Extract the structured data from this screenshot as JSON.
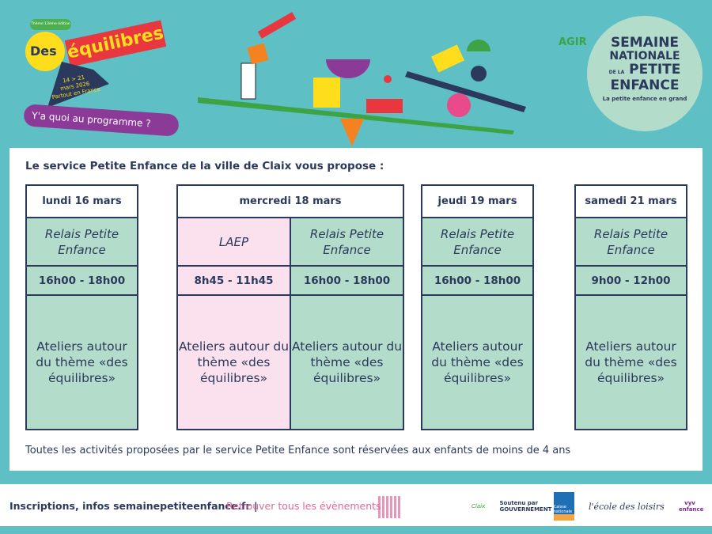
{
  "header": {
    "edition": "Thème 13ème édition",
    "title_part1": "Des",
    "title_part2": "équilibres",
    "dates": "14 > 21",
    "dates2": "mars 2026",
    "location": "Partout en France",
    "tagline": "Y'a quoi au programme ?",
    "badge_line1": "SEMAINE",
    "badge_line2": "NATIONALE",
    "badge_line3": "DE LA",
    "badge_line4": "PETITE",
    "badge_line5": "ENFANCE",
    "badge_sub": "La petite enfance en grand",
    "agir_logo": "AGIR"
  },
  "intro": "Le service Petite Enfance de la ville de Claix vous propose :",
  "days": [
    {
      "day": "lundi 16 mars",
      "sessions": [
        {
          "title": "Relais Petite Enfance",
          "hours": "16h00 - 18h00",
          "desc": "Ateliers autour du thème «des équilibres»"
        }
      ]
    },
    {
      "day": "mercredi 18 mars",
      "sessions": [
        {
          "title": "LAEP",
          "hours": "8h45 - 11h45",
          "desc": "Ateliers autour du thème «des équilibres»"
        },
        {
          "title": "Relais Petite Enfance",
          "hours": "16h00 - 18h00",
          "desc": "Ateliers autour du thème «des équilibres»"
        }
      ]
    },
    {
      "day": "jeudi 19 mars",
      "sessions": [
        {
          "title": "Relais Petite Enfance",
          "hours": "16h00 - 18h00",
          "desc": "Ateliers autour du thème «des équilibres»"
        }
      ]
    },
    {
      "day": "samedi 21 mars",
      "sessions": [
        {
          "title": "Relais Petite Enfance",
          "hours": "9h00 - 12h00",
          "desc": "Ateliers autour du thème «des équilibres»"
        }
      ]
    }
  ],
  "note": "Toutes les activités proposées par le service Petite Enfance sont réservées aux enfants de moins de 4 ans",
  "footer": {
    "info": "Inscriptions, infos semainepetiteenfance.fr  |",
    "link": "Retrouver tous les évènements",
    "logos": [
      "Claix",
      "Soutenu par GOUVERNEMENT",
      "Caisse nationale",
      "l'école des loisirs",
      "vyv enfance"
    ]
  }
}
